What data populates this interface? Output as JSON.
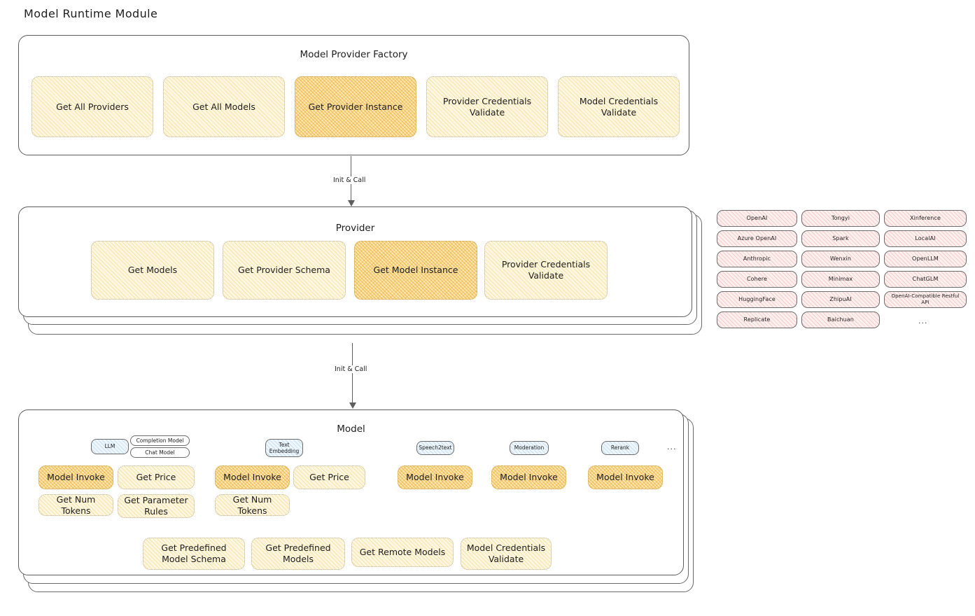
{
  "page": {
    "title": "Model Runtime Module"
  },
  "factory": {
    "title": "Model Provider Factory",
    "nodes": [
      {
        "label": "Get All Providers",
        "highlight": false
      },
      {
        "label": "Get All Models",
        "highlight": false
      },
      {
        "label": "Get Provider Instance",
        "highlight": true
      },
      {
        "label": "Provider Credentials Validate",
        "highlight": false
      },
      {
        "label": "Model Credentials Validate",
        "highlight": false
      }
    ]
  },
  "connector_top": {
    "label": "Init & Call"
  },
  "connector_bottom": {
    "label": "Init & Call"
  },
  "provider": {
    "title": "Provider",
    "nodes": [
      {
        "label": "Get Models",
        "highlight": false
      },
      {
        "label": "Get Provider Schema",
        "highlight": false
      },
      {
        "label": "Get Model Instance",
        "highlight": true
      },
      {
        "label": "Provider Credentials Validate",
        "highlight": false
      }
    ]
  },
  "provider_list": {
    "ellipsis": "...",
    "columns": [
      [
        "OpenAI",
        "Azure OpenAI",
        "Anthropic",
        "Cohere",
        "HuggingFace",
        "Replicate"
      ],
      [
        "Tongyi",
        "Spark",
        "Wenxin",
        "Minimax",
        "ZhipuAI",
        "Baichuan"
      ],
      [
        "Xinference",
        "LocalAI",
        "OpenLLM",
        "ChatGLM",
        "OpenAI-Compatible Restful API"
      ]
    ]
  },
  "model": {
    "title": "Model",
    "ellipsis": "...",
    "types": [
      {
        "name": "LLM",
        "sub": [
          "Completion Model",
          "Chat Model"
        ]
      },
      {
        "name": "Text Embedding",
        "sub": []
      },
      {
        "name": "Speech2text",
        "sub": []
      },
      {
        "name": "Moderation",
        "sub": []
      },
      {
        "name": "Rerank",
        "sub": []
      }
    ],
    "llm_methods": [
      {
        "label": "Model Invoke",
        "highlight": true
      },
      {
        "label": "Get Price",
        "highlight": false
      },
      {
        "label": "Get Num Tokens",
        "highlight": false
      },
      {
        "label": "Get Parameter Rules",
        "highlight": false
      }
    ],
    "embedding_methods": [
      {
        "label": "Model Invoke",
        "highlight": true
      },
      {
        "label": "Get Price",
        "highlight": false
      },
      {
        "label": "Get Num Tokens",
        "highlight": false
      }
    ],
    "speech2text_methods": [
      {
        "label": "Model Invoke",
        "highlight": true
      }
    ],
    "moderation_methods": [
      {
        "label": "Model Invoke",
        "highlight": true
      }
    ],
    "rerank_methods": [
      {
        "label": "Model Invoke",
        "highlight": true
      }
    ],
    "common_methods": [
      {
        "label": "Get Predefined Model Schema",
        "highlight": false
      },
      {
        "label": "Get Predefined Models",
        "highlight": false
      },
      {
        "label": "Get Remote Models",
        "highlight": false
      },
      {
        "label": "Model Credentials Validate",
        "highlight": false
      }
    ]
  },
  "colors": {
    "fill_light": "#fdf6e0",
    "fill_highlight": "#fbe7b6",
    "provider_chip": "#fdf0ef",
    "model_type_chip": "#eef6fc",
    "stroke": "#5c5c5c",
    "text": "#1e1e1e"
  }
}
